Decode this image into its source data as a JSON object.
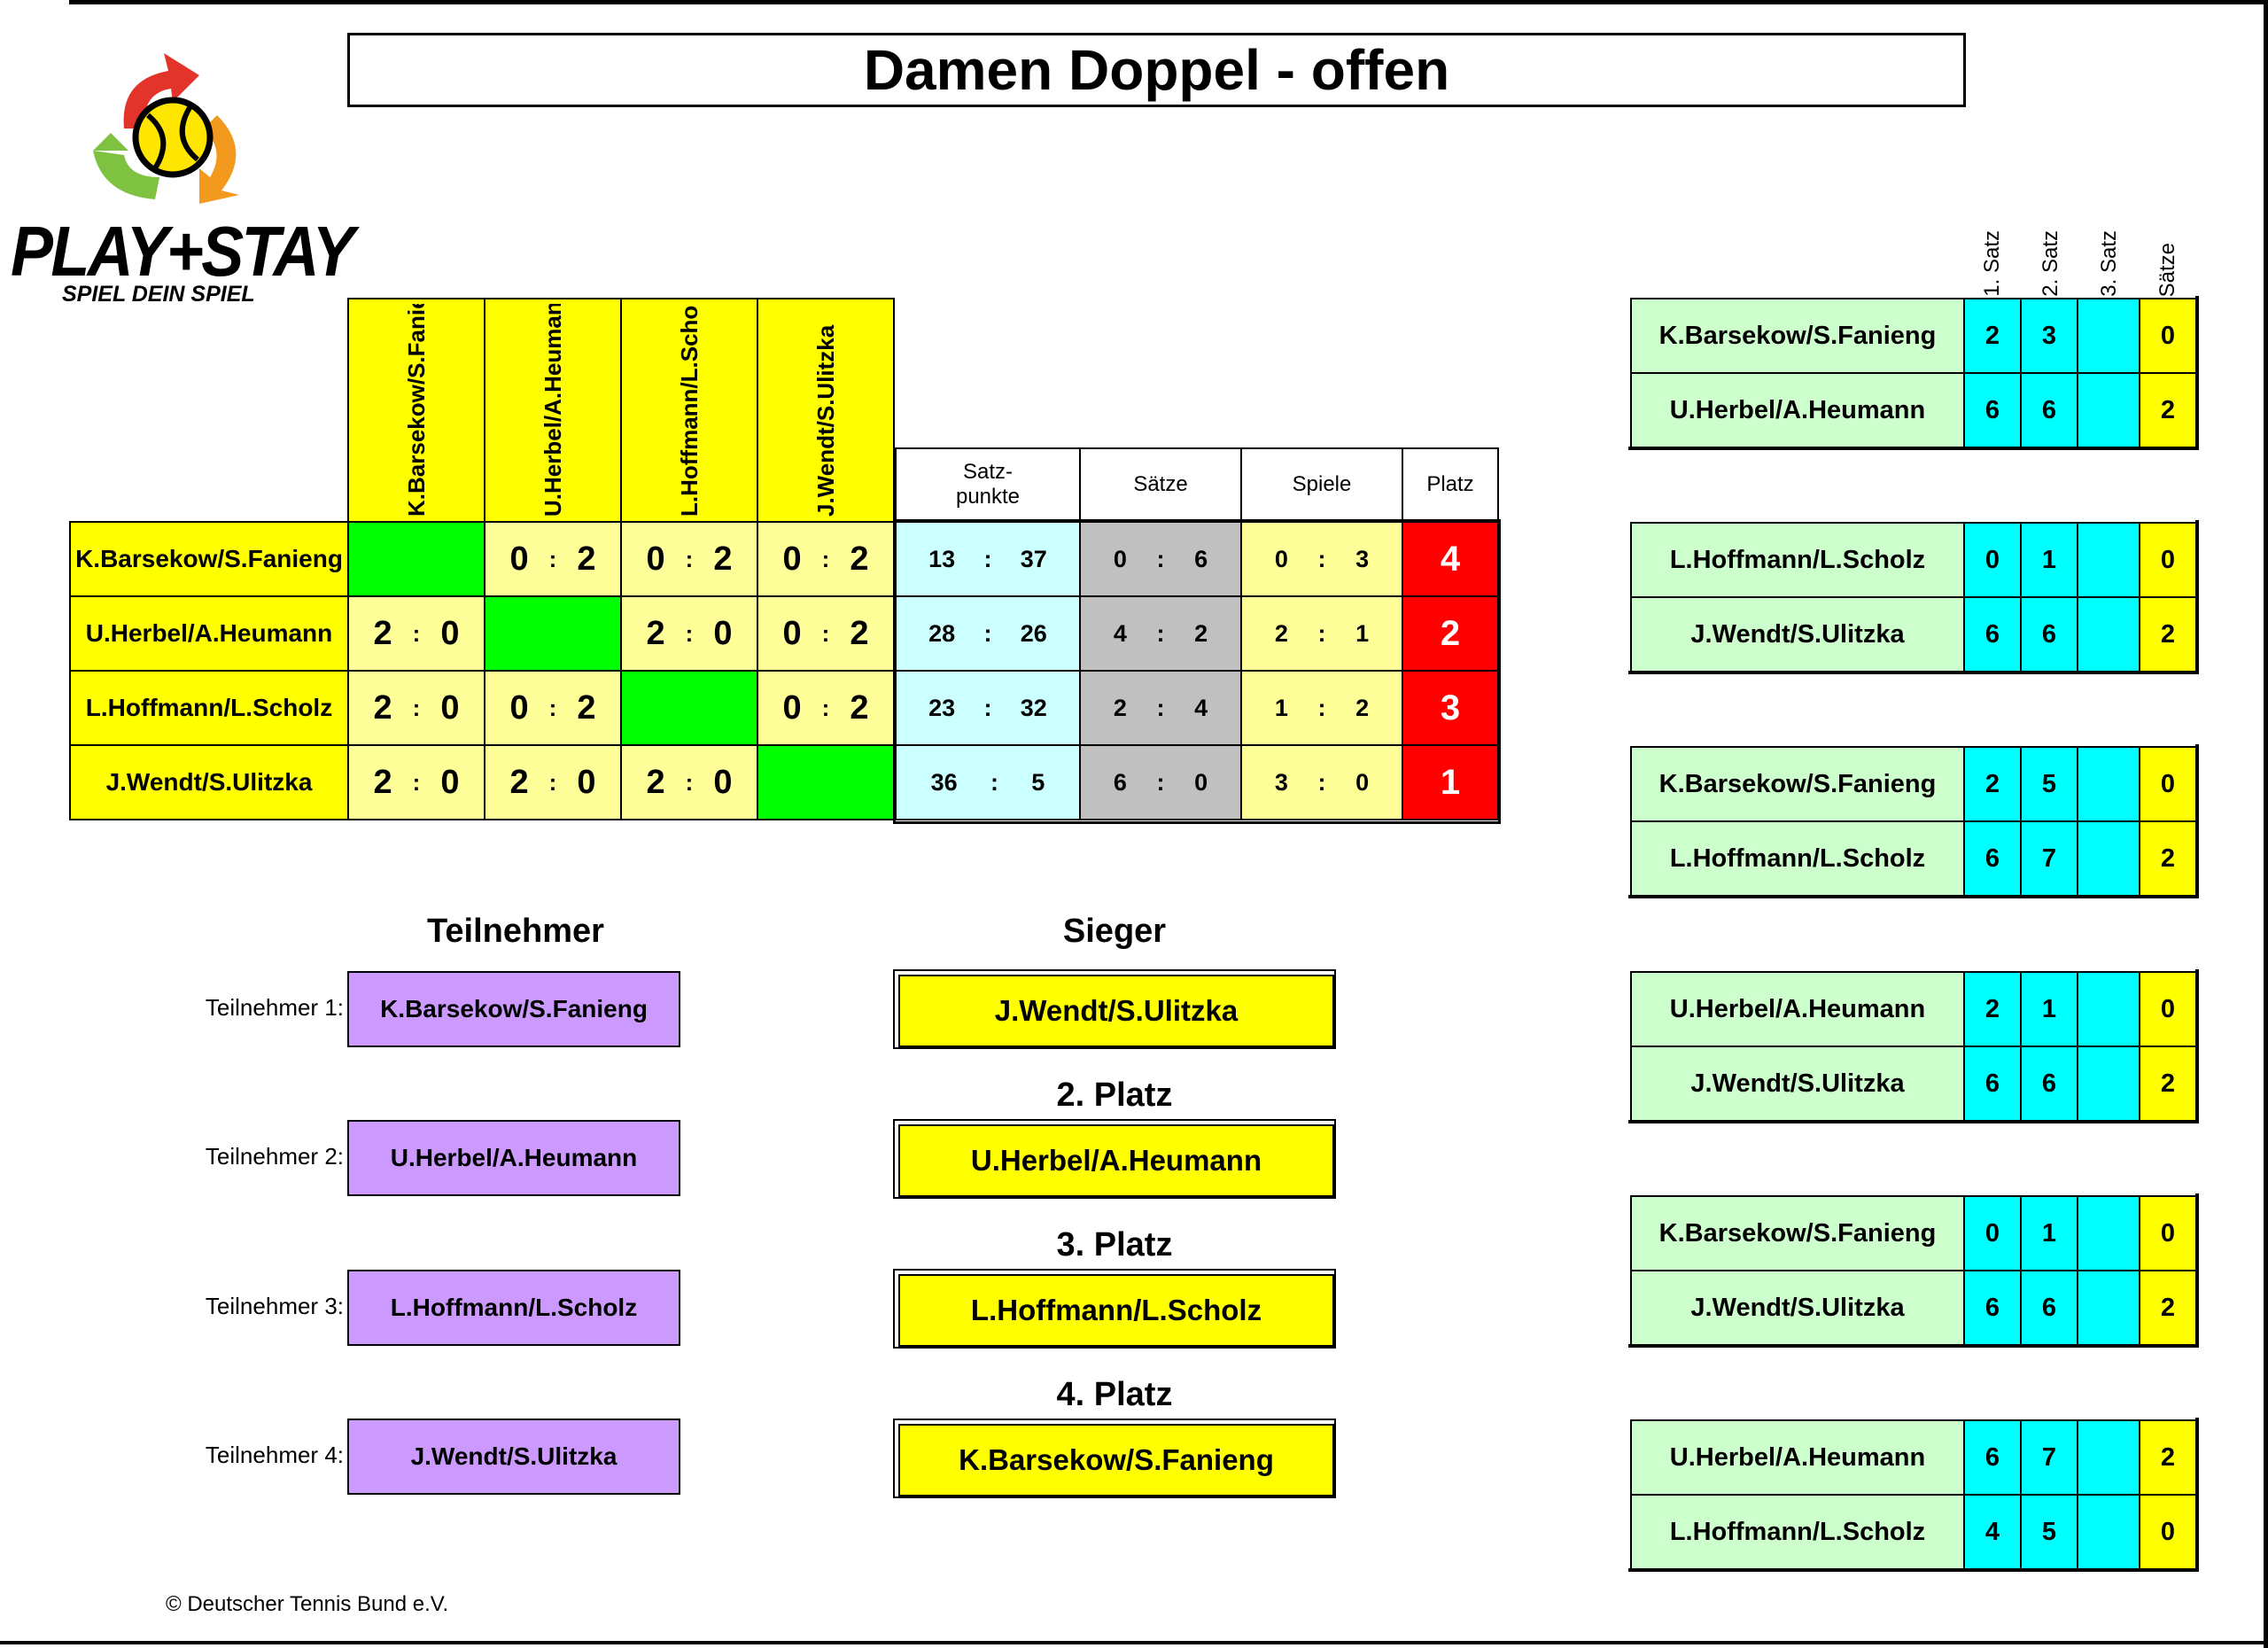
{
  "title": "Damen Doppel - offen",
  "logo": {
    "name": "PLAY+STAY",
    "tagline": "SPIEL DEIN SPIEL"
  },
  "players": [
    "K.Barsekow/S.Fanieng",
    "U.Herbel/A.Heumann",
    "L.Hoffmann/L.Scholz",
    "J.Wendt/S.Ulitzka"
  ],
  "col_headers": [
    "K.Barsekow/S.Fanieng",
    "U.Herbel/A.Heumann",
    "L.Hoffmann/L.Scholz",
    "J.Wendt/S.Ulitzka"
  ],
  "stat_headers": {
    "satzpunkte_1": "Satz-",
    "satzpunkte_2": "punkte",
    "saetze": "Sätze",
    "spiele": "Spiele",
    "platz": "Platz"
  },
  "colon": ":",
  "matrix": [
    [
      null,
      [
        "0",
        "2"
      ],
      [
        "0",
        "2"
      ],
      [
        "0",
        "2"
      ]
    ],
    [
      [
        "2",
        "0"
      ],
      null,
      [
        "2",
        "0"
      ],
      [
        "0",
        "2"
      ]
    ],
    [
      [
        "2",
        "0"
      ],
      [
        "0",
        "2"
      ],
      null,
      [
        "0",
        "2"
      ]
    ],
    [
      [
        "2",
        "0"
      ],
      [
        "2",
        "0"
      ],
      [
        "2",
        "0"
      ],
      null
    ]
  ],
  "stats": [
    {
      "satzpunkte": [
        "13",
        "37"
      ],
      "saetze": [
        "0",
        "6"
      ],
      "spiele": [
        "0",
        "3"
      ],
      "platz": "4"
    },
    {
      "satzpunkte": [
        "28",
        "26"
      ],
      "saetze": [
        "4",
        "2"
      ],
      "spiele": [
        "2",
        "1"
      ],
      "platz": "2"
    },
    {
      "satzpunkte": [
        "23",
        "32"
      ],
      "saetze": [
        "2",
        "4"
      ],
      "spiele": [
        "1",
        "2"
      ],
      "platz": "3"
    },
    {
      "satzpunkte": [
        "36",
        "5"
      ],
      "saetze": [
        "6",
        "0"
      ],
      "spiele": [
        "3",
        "0"
      ],
      "platz": "1"
    }
  ],
  "teilnehmer": {
    "heading": "Teilnehmer",
    "labels": [
      "Teilnehmer 1:",
      "Teilnehmer 2:",
      "Teilnehmer 3:",
      "Teilnehmer 4:"
    ],
    "names": [
      "K.Barsekow/S.Fanieng",
      "U.Herbel/A.Heumann",
      "L.Hoffmann/L.Scholz",
      "J.Wendt/S.Ulitzka"
    ]
  },
  "ranking": {
    "headings": [
      "Sieger",
      "2. Platz",
      "3. Platz",
      "4. Platz"
    ],
    "names": [
      "J.Wendt/S.Ulitzka",
      "U.Herbel/A.Heumann",
      "L.Hoffmann/L.Scholz",
      "K.Barsekow/S.Fanieng"
    ]
  },
  "match_headers": [
    "1. Satz",
    "2. Satz",
    "3. Satz",
    "Sätze"
  ],
  "matches": [
    [
      {
        "name": "K.Barsekow/S.Fanieng",
        "s1": "2",
        "s2": "3",
        "s3": "",
        "saetze": "0"
      },
      {
        "name": "U.Herbel/A.Heumann",
        "s1": "6",
        "s2": "6",
        "s3": "",
        "saetze": "2"
      }
    ],
    [
      {
        "name": "L.Hoffmann/L.Scholz",
        "s1": "0",
        "s2": "1",
        "s3": "",
        "saetze": "0"
      },
      {
        "name": "J.Wendt/S.Ulitzka",
        "s1": "6",
        "s2": "6",
        "s3": "",
        "saetze": "2"
      }
    ],
    [
      {
        "name": "K.Barsekow/S.Fanieng",
        "s1": "2",
        "s2": "5",
        "s3": "",
        "saetze": "0"
      },
      {
        "name": "L.Hoffmann/L.Scholz",
        "s1": "6",
        "s2": "7",
        "s3": "",
        "saetze": "2"
      }
    ],
    [
      {
        "name": "U.Herbel/A.Heumann",
        "s1": "2",
        "s2": "1",
        "s3": "",
        "saetze": "0"
      },
      {
        "name": "J.Wendt/S.Ulitzka",
        "s1": "6",
        "s2": "6",
        "s3": "",
        "saetze": "2"
      }
    ],
    [
      {
        "name": "K.Barsekow/S.Fanieng",
        "s1": "0",
        "s2": "1",
        "s3": "",
        "saetze": "0"
      },
      {
        "name": "J.Wendt/S.Ulitzka",
        "s1": "6",
        "s2": "6",
        "s3": "",
        "saetze": "2"
      }
    ],
    [
      {
        "name": "U.Herbel/A.Heumann",
        "s1": "6",
        "s2": "7",
        "s3": "",
        "saetze": "2"
      },
      {
        "name": "L.Hoffmann/L.Scholz",
        "s1": "4",
        "s2": "5",
        "s3": "",
        "saetze": "0"
      }
    ]
  ],
  "copyright": "© Deutscher Tennis Bund e.V.",
  "colors": {
    "yellow": "#ffff00",
    "light_yellow": "#ffff99",
    "light_cyan": "#ccffff",
    "grey": "#c0c0c0",
    "green": "#00ff00",
    "red": "#ff0000",
    "light_green": "#ccffcc",
    "cyan": "#00ffff",
    "purple": "#cc99ff"
  }
}
